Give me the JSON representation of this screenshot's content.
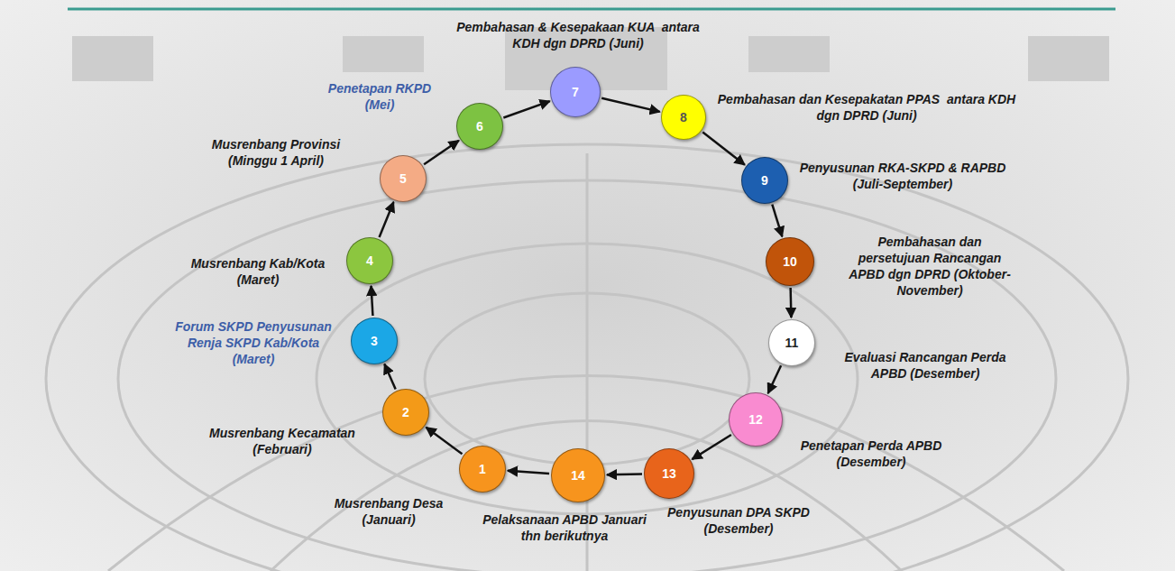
{
  "diagram": {
    "nodes": [
      {
        "text": [
          "1",
          "Musrenbang Desa (Januari)"
        ]
      },
      {
        "text": [
          "2",
          "Musrenbang Kecamatan (Februari)"
        ]
      },
      {
        "text": [
          "3",
          "Forum SKPD Penyusunan Renja SKPD Kab/Kota (Maret)"
        ]
      },
      {
        "text": [
          "4",
          "Musrenbang Kab/Kota (Maret)"
        ]
      },
      {
        "text": [
          "5",
          "Musrenbang Provinsi (Minggu 1 April)"
        ]
      },
      {
        "text": [
          "6",
          "Penetapan RKPD (Mei)"
        ]
      },
      {
        "text": [
          "7",
          "Pembahasan & Kesepakaan KUA  antara KDH dgn DPRD (Juni)"
        ]
      },
      {
        "text": [
          "8",
          "Pembahasan dan Kesepakatan PPAS  antara KDH dgn DPRD (Juni)"
        ]
      },
      {
        "text": [
          "9",
          "Penyusunan RKA-SKPD & RAPBD (Juli-September)"
        ]
      },
      {
        "text": [
          "10",
          "Pembahasan dan persetujuan Rancangan APBD dgn DPRD (Oktober-November)"
        ]
      },
      {
        "text": [
          "11",
          "Evaluasi Rancangan Perda APBD (Desember)"
        ]
      },
      {
        "text": [
          "12",
          "Penetapan Perda APBD (Desember)"
        ]
      },
      {
        "text": [
          "13",
          "Penyusunan DPA SKPD (Desember)"
        ]
      },
      {
        "text": [
          "14",
          "Pelaksanaan APBD Januari thn berikutnya"
        ]
      }
    ],
    "edges": [
      {
        "from": 0,
        "to": 1,
        "arrow": "to"
      },
      {
        "from": 1,
        "to": 2,
        "arrow": "to"
      },
      {
        "from": 2,
        "to": 3,
        "arrow": "to"
      },
      {
        "from": 3,
        "to": 4,
        "arrow": "to"
      },
      {
        "from": 4,
        "to": 5,
        "arrow": "to"
      },
      {
        "from": 5,
        "to": 6,
        "arrow": "to"
      },
      {
        "from": 6,
        "to": 7,
        "arrow": "to"
      },
      {
        "from": 7,
        "to": 8,
        "arrow": "to"
      },
      {
        "from": 8,
        "to": 9,
        "arrow": "to"
      },
      {
        "from": 9,
        "to": 10,
        "arrow": "to"
      },
      {
        "from": 10,
        "to": 11,
        "arrow": "to"
      },
      {
        "from": 11,
        "to": 12,
        "arrow": "to"
      },
      {
        "from": 12,
        "to": 13,
        "arrow": "to"
      },
      {
        "from": 13,
        "to": 0,
        "arrow": "to"
      }
    ]
  }
}
